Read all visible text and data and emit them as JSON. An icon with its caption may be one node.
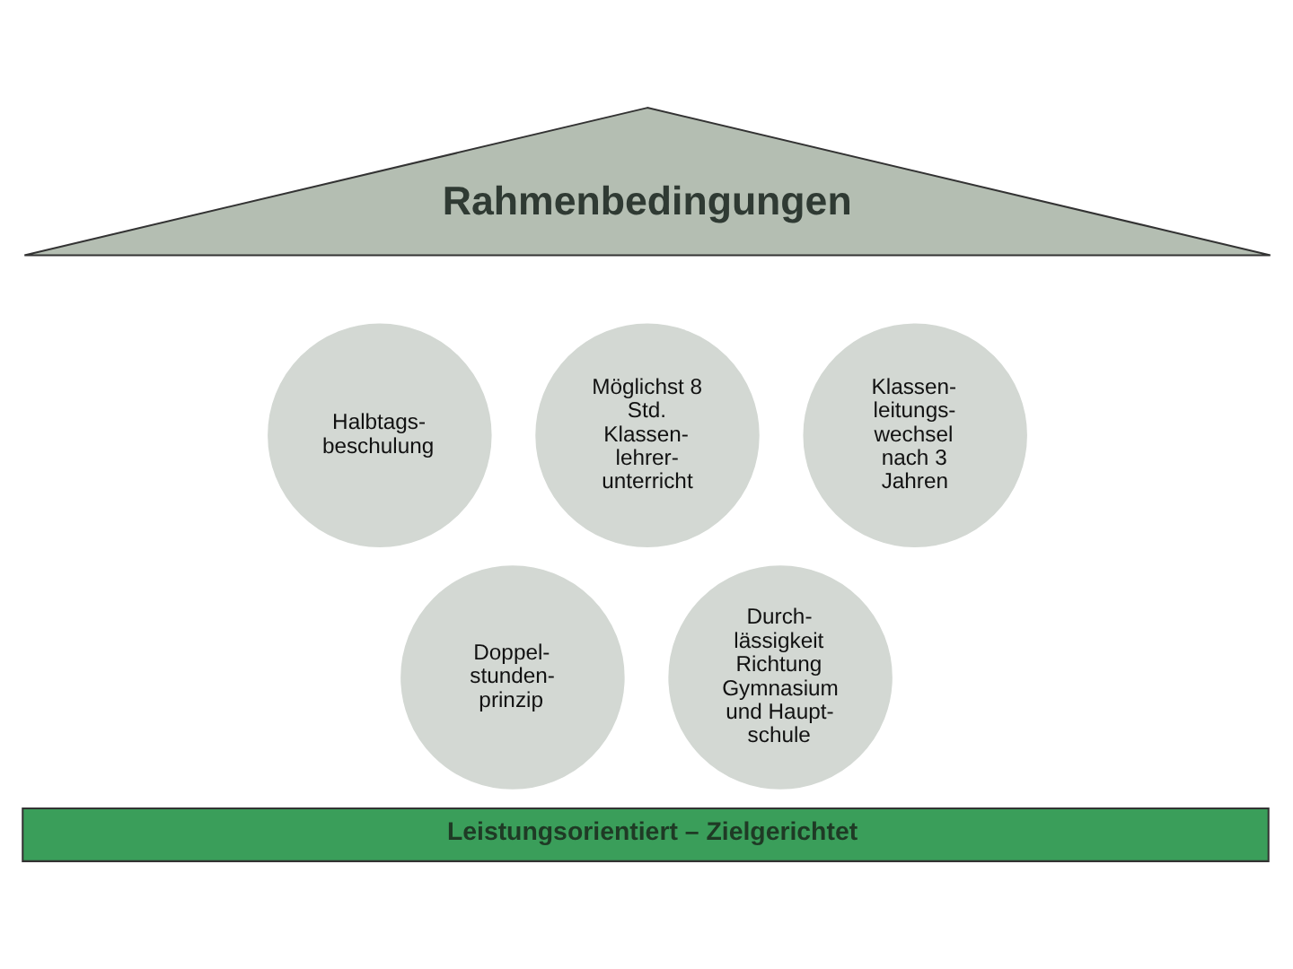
{
  "diagram": {
    "nodes": [
      {
        "text": [
          "Rahmenbedingungen"
        ]
      },
      {
        "text": [
          "Halbtags- beschulung"
        ]
      },
      {
        "text": [
          "Möglichst 8 Std. Klassen- lehrer- unterricht"
        ]
      },
      {
        "text": [
          "Klassen- leitungs- wechsel nach 3 Jahren"
        ]
      },
      {
        "text": [
          "Doppel- stunden- prinzip"
        ]
      },
      {
        "text": [
          "Durch- lässigkeit Richtung Gymnasium und Haupt- schule"
        ]
      },
      {
        "text": [
          "Leistungsorientiert – Zielgerichtet"
        ]
      }
    ],
    "edges": []
  }
}
